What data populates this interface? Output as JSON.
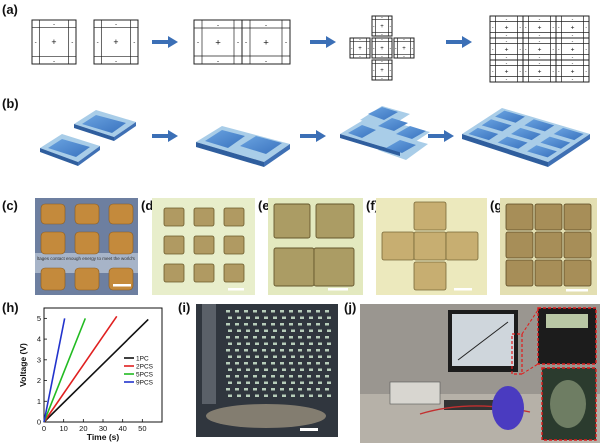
{
  "panels": {
    "a": "(a)",
    "b": "(b)",
    "c": "(c)",
    "d": "(d)",
    "e": "(e)",
    "f": "(f)",
    "g": "(g)",
    "h": "(h)",
    "i": "(i)",
    "j": "(j)"
  },
  "polarity": {
    "plus": "+",
    "minus": "-"
  },
  "photo_c_caption": "ltages contact enough energy to meet the world's",
  "chart_data": {
    "type": "line",
    "title": "",
    "xlabel": "Time (s)",
    "ylabel": "Voltage (V)",
    "xlim": [
      0,
      60
    ],
    "ylim": [
      0,
      5.5
    ],
    "x_ticks": [
      0,
      10,
      20,
      30,
      40,
      50
    ],
    "y_ticks": [
      0,
      1,
      2,
      3,
      4,
      5
    ],
    "series": [
      {
        "name": "1PC",
        "color": "#111111",
        "x": [
          0,
          53
        ],
        "y": [
          0,
          4.95
        ]
      },
      {
        "name": "2PCS",
        "color": "#e02020",
        "x": [
          0,
          37
        ],
        "y": [
          0,
          5.1
        ]
      },
      {
        "name": "5PCS",
        "color": "#22bb22",
        "x": [
          0,
          21
        ],
        "y": [
          0,
          5.0
        ]
      },
      {
        "name": "9PCS",
        "color": "#2233cc",
        "x": [
          0,
          10.5
        ],
        "y": [
          0,
          5.0
        ]
      }
    ],
    "legend_position": "right"
  },
  "colors": {
    "arrow": "#3b6fb6",
    "pad_top": "#4a86d0",
    "pad_side": "#2f5e9e",
    "film": "#a9cde8"
  }
}
